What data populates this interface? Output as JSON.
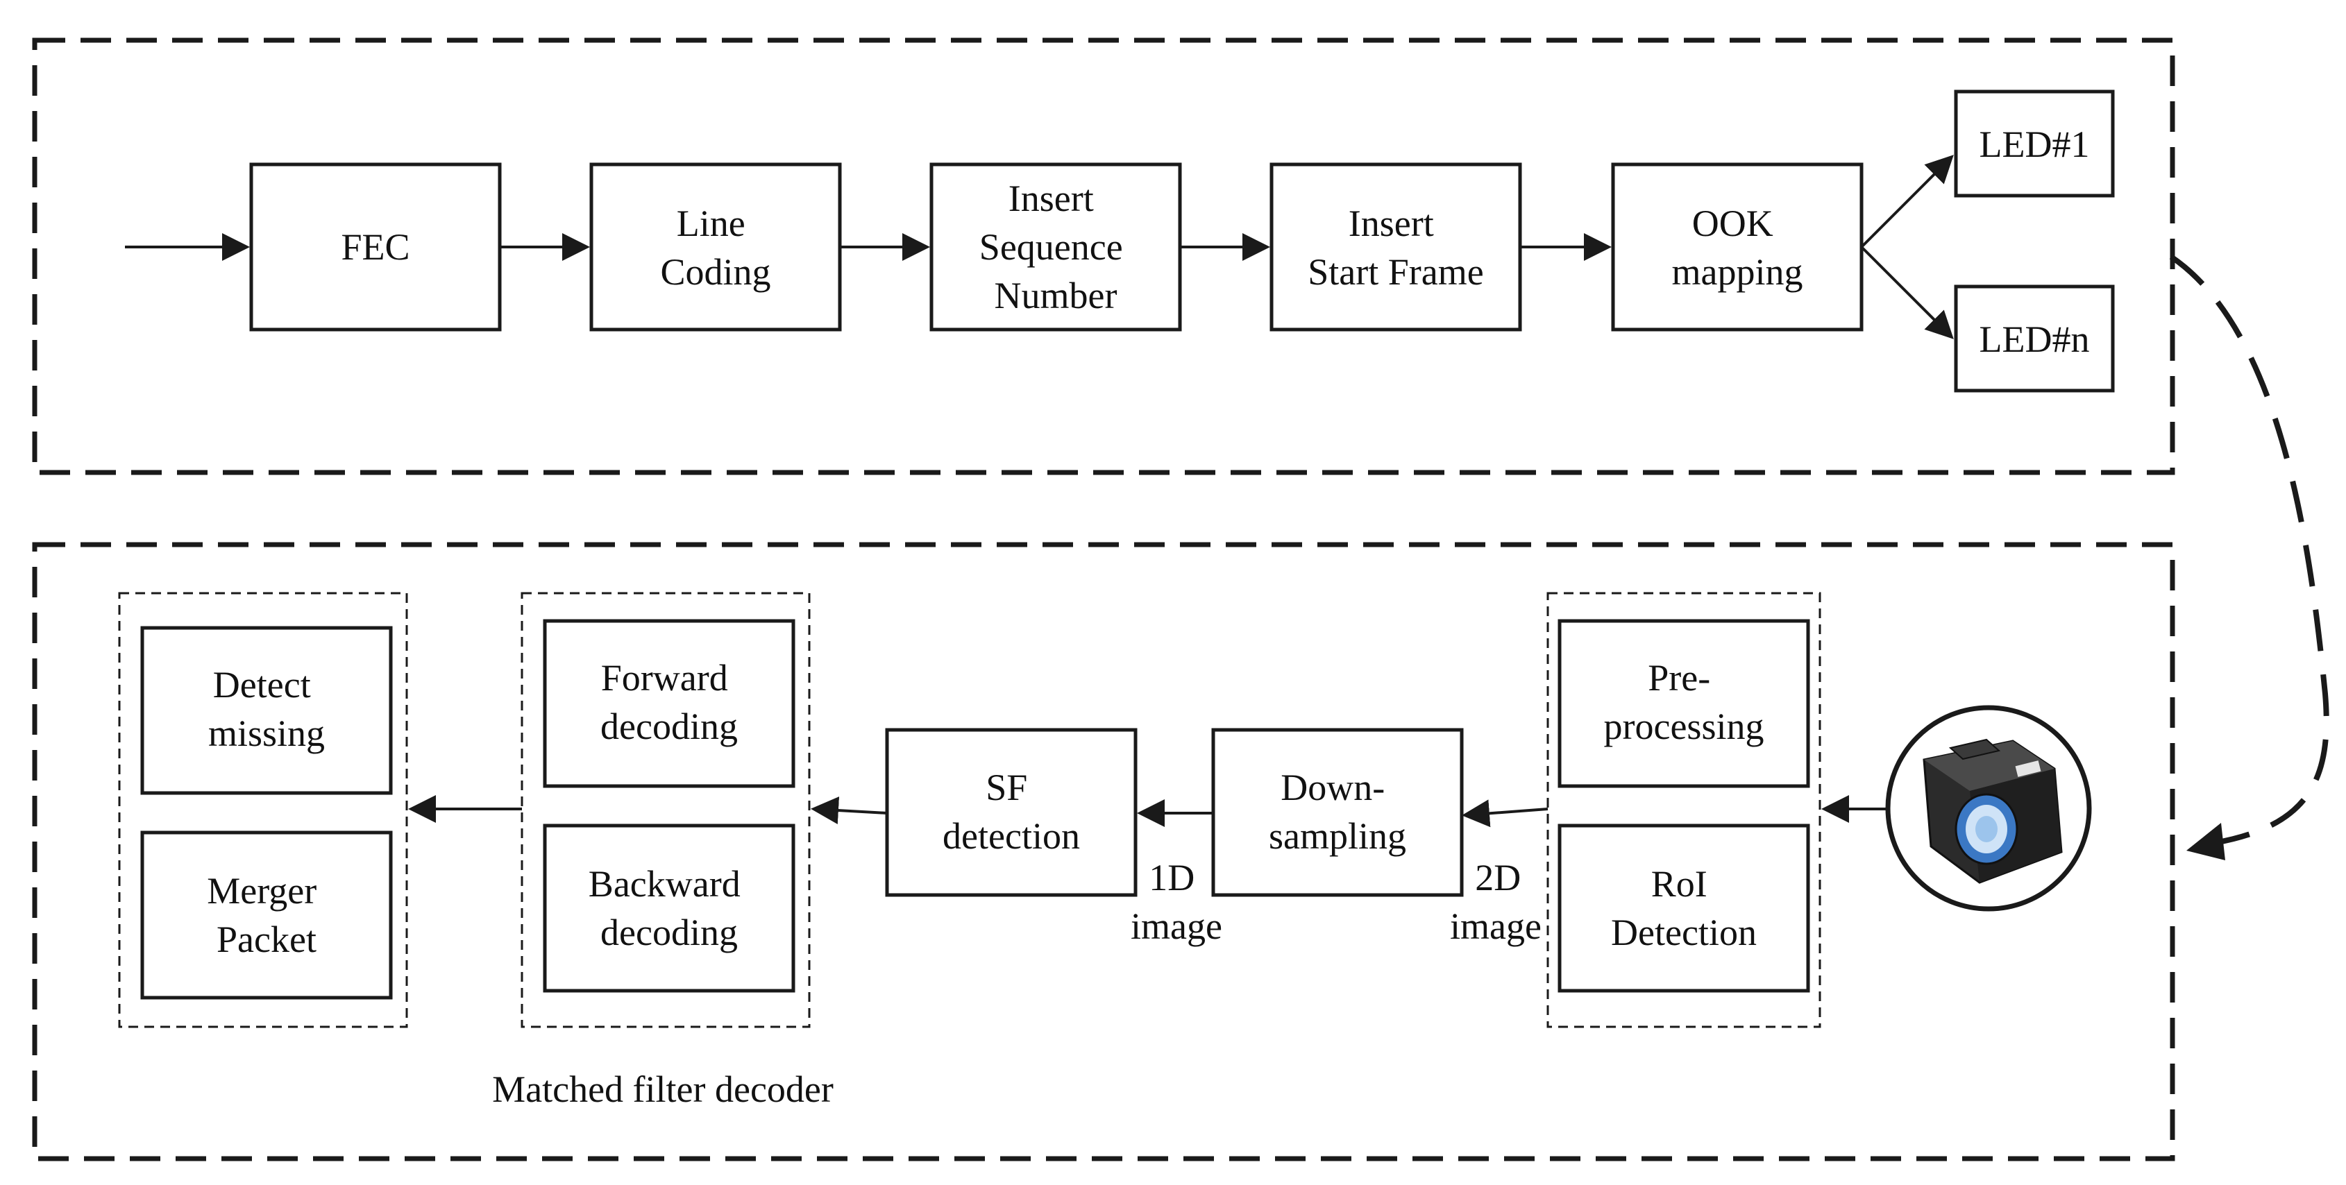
{
  "transmitter": {
    "fec": "FEC",
    "line_coding": [
      "Line",
      "Coding"
    ],
    "insert_sequence_number": [
      "Insert",
      "Sequence",
      "Number"
    ],
    "insert_start_frame": [
      "Insert",
      "Start Frame"
    ],
    "ook_mapping": [
      "OOK",
      "mapping"
    ],
    "led_1": "LED#1",
    "led_n": "LED#n"
  },
  "receiver": {
    "camera_icon": "camera-icon",
    "pre_processing": [
      "Pre-",
      "processing"
    ],
    "roi_detection": [
      "RoI",
      "Detection"
    ],
    "down_sampling": [
      "Down-",
      "sampling"
    ],
    "sf_detection": [
      "SF",
      "detection"
    ],
    "forward_decoding": [
      "Forward",
      "decoding"
    ],
    "backward_decoding": [
      "Backward",
      "decoding"
    ],
    "detect_missing": [
      "Detect",
      "missing"
    ],
    "merger_packet": [
      "Merger",
      "Packet"
    ],
    "label_1d_image": [
      "1D",
      "image"
    ],
    "label_2d_image": [
      "2D",
      "image"
    ],
    "matched_filter_decoder": "Matched filter decoder"
  },
  "colors": {
    "stroke": "#1a1a1a",
    "camera_body": "#2b2b2b",
    "camera_lens_ring": "#3b78c4",
    "camera_lens_inner": "#cfe3f7"
  }
}
